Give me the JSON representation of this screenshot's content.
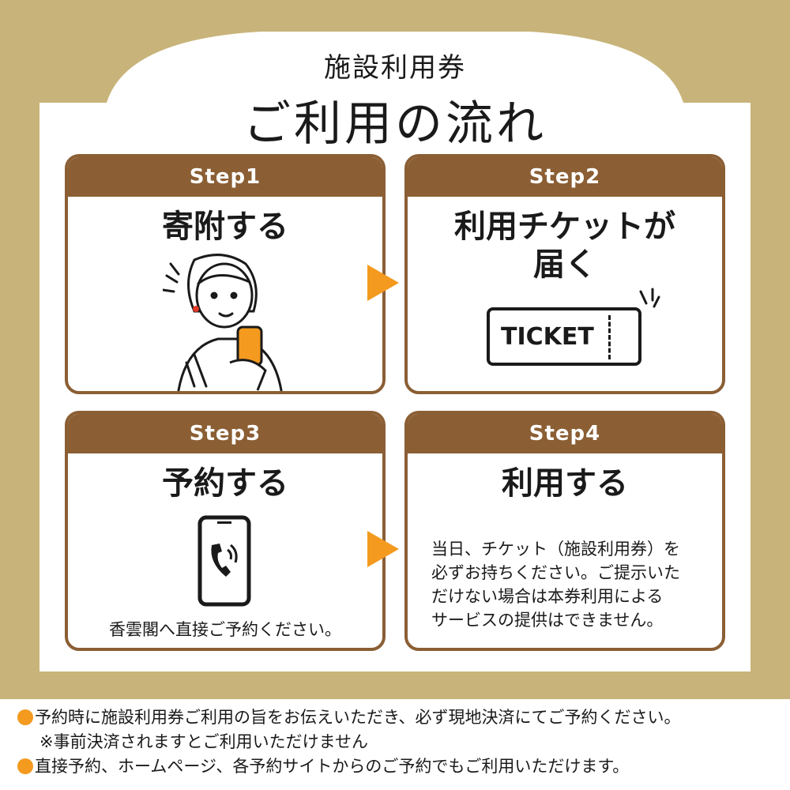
{
  "header": {
    "subtitle": "施設利用券",
    "title": "ご利用の流れ"
  },
  "steps": [
    {
      "label": "Step1",
      "heading": "寄附する"
    },
    {
      "label": "Step2",
      "heading_line1": "利用チケットが",
      "heading_line2": "届く",
      "ticket_text": "TICKET"
    },
    {
      "label": "Step3",
      "heading": "予約する",
      "note": "香雲閣へ直接ご予約ください。"
    },
    {
      "label": "Step4",
      "heading": "利用する",
      "note_lines": [
        "当日、チケット（施設利用券）を",
        "必ずお持ちください。ご提示いた",
        "だけない場合は本券利用による",
        "サービスの提供はできません。"
      ]
    }
  ],
  "footer": {
    "line1": "予約時に施設利用券ご利用の旨をお伝えいただき、必ず現地決済にてご予約ください。",
    "line2": "※事前決済されますとご利用いただけません",
    "line3": "直接予約、ホームページ、各予約サイトからのご予約でもご利用いただけます。"
  },
  "colors": {
    "background": "#c8b47a",
    "brown": "#8b5e34",
    "orange": "#f39a1f"
  }
}
